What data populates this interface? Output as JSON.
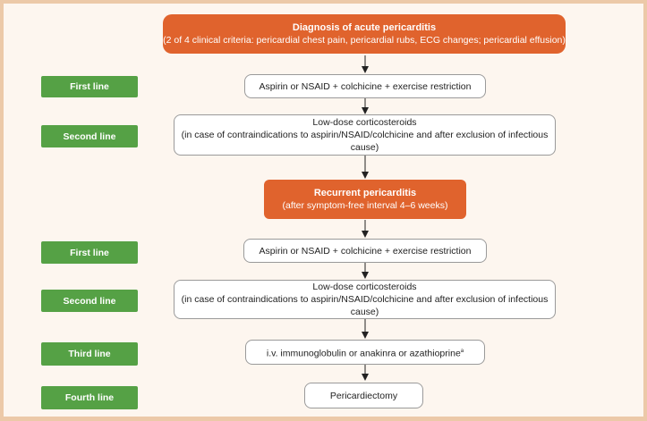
{
  "diagnosis": {
    "title": "Diagnosis of acute pericarditis",
    "criteria": "(2 of 4 clinical criteria: pericardial chest pain, pericardial rubs, ECG changes; pericardial effusion)"
  },
  "recurrent": {
    "title": "Recurrent pericarditis",
    "subtitle": "(after symptom-free interval 4–6 weeks)"
  },
  "lines": {
    "first": "First line",
    "second": "Second line",
    "third": "Third line",
    "fourth": "Fourth line"
  },
  "treatments": {
    "acute_first": "Aspirin or NSAID + colchicine + exercise restriction",
    "acute_second_title": "Low-dose corticosteroids",
    "acute_second_note": "(in case of contraindications to aspirin/NSAID/colchicine and after exclusion of infectious cause)",
    "rec_first": "Aspirin or NSAID + colchicine + exercise restriction",
    "rec_second_title": "Low-dose corticosteroids",
    "rec_second_note": "(in case of contraindications to aspirin/NSAID/colchicine and after exclusion of infectious cause)",
    "rec_third": "i.v. immunoglobulin or anakinra or azathioprine",
    "rec_third_sup": "a",
    "rec_fourth": "Pericardiectomy"
  },
  "colors": {
    "orange": "#e0632d",
    "green": "#55a145",
    "background": "#fdf6ef",
    "border": "#ecc9a8"
  }
}
